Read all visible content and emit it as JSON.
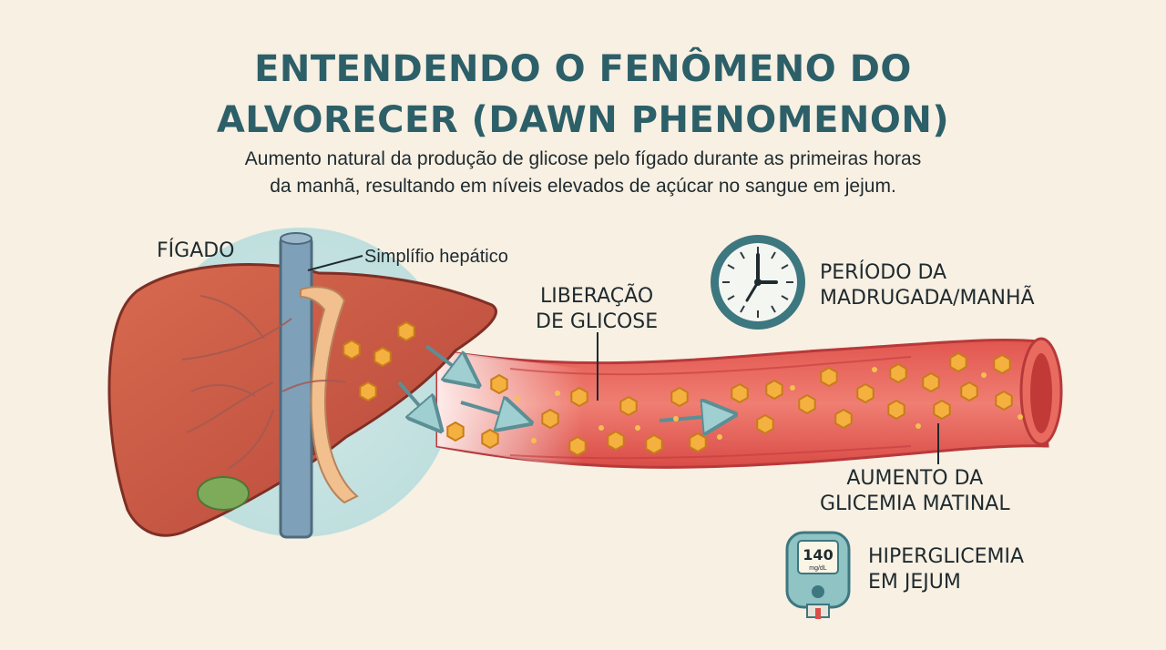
{
  "title": {
    "line1": "ENTENDENDO O FENÔMENO DO",
    "line2": "ALVORECER (DAWN PHENOMENON)"
  },
  "subtitle": {
    "line1": "Aumento natural da produção de glicose pelo fígado durante as primeiras horas",
    "line2": "da manhã, resultando em níveis elevados de açúcar no sangue em jejum."
  },
  "labels": {
    "liver": "FÍGADO",
    "hepatic": "Simplífio hepático",
    "release_line1": "LIBERAÇÃO",
    "release_line2": "DE GLICOSE",
    "period_line1": "PERÍODO DA",
    "period_line2": "MADRUGADA/MANHÃ",
    "increase_line1": "AUMENTO DA",
    "increase_line2": "GLICEMIA MATINAL",
    "hyper_line1": "HIPERGLICEMIA",
    "hyper_line2": "EM JEJUM"
  },
  "meter": {
    "value": "140",
    "unit": "mg/dL"
  },
  "icons": [
    "liver-illustration",
    "blood-vessel",
    "glucose-molecule-icon",
    "clock-icon",
    "glucometer-icon",
    "arrow-icon"
  ],
  "colors": {
    "background": "#f7f0e3",
    "title": "#2d5f68",
    "liver": "#c8553e",
    "vessel": "#e05a55",
    "glucose": "#f2a93b",
    "clock": "#3d7780"
  }
}
